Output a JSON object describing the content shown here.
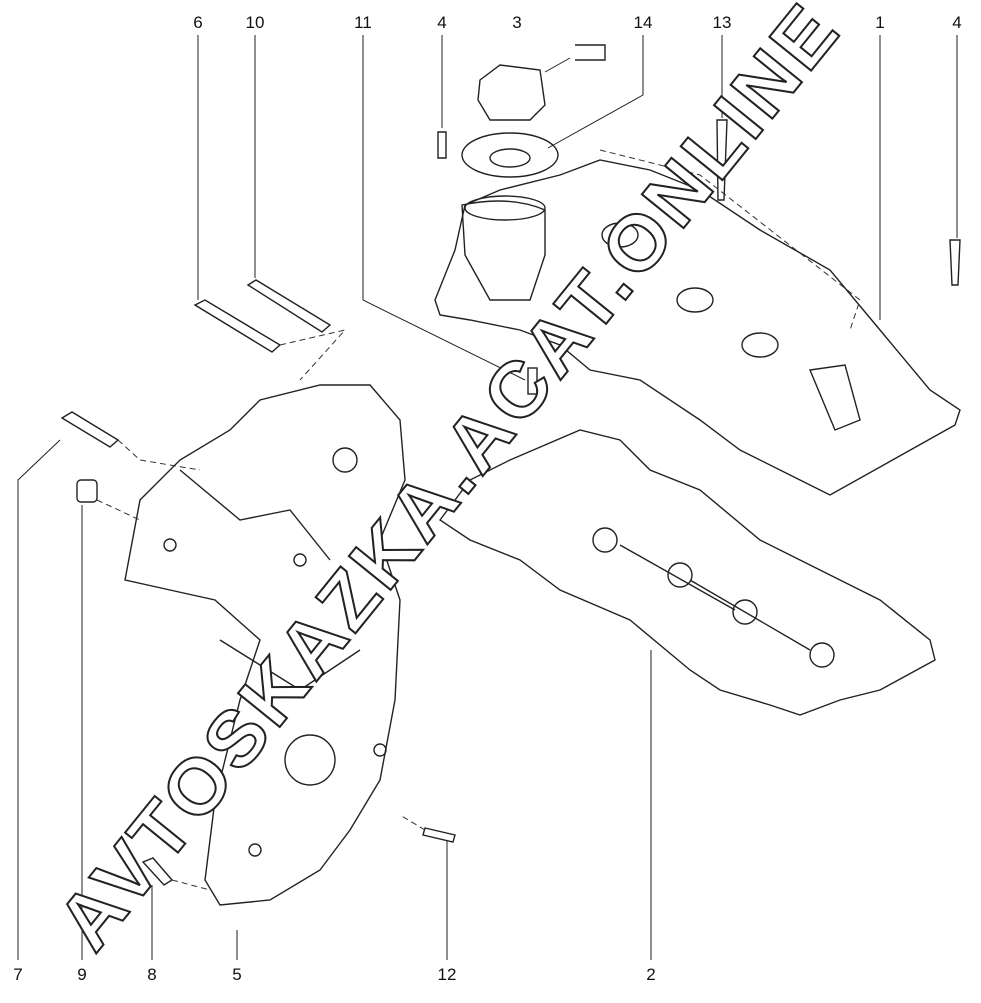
{
  "diagram": {
    "title": "Cylinder head cover and timing cover exploded view",
    "callouts_top": [
      "6",
      "10",
      "11",
      "4",
      "3",
      "14",
      "13",
      "1",
      "4"
    ],
    "callouts_bottom": [
      "7",
      "9",
      "8",
      "5",
      "12",
      "2"
    ],
    "watermark": "AVTOSKAZKA.ACAT.ONLINE"
  }
}
